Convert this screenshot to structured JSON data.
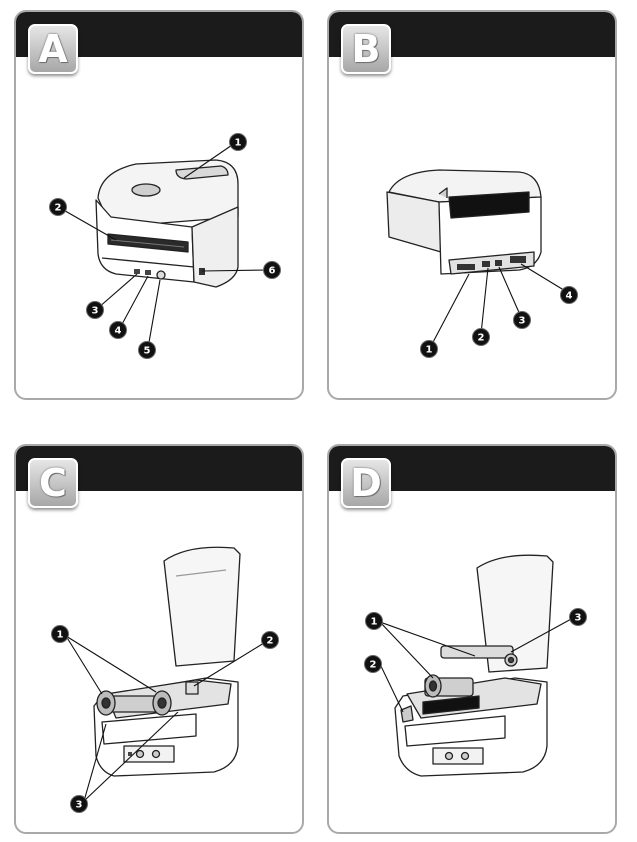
{
  "panels": [
    {
      "letter": "A",
      "callouts": [
        "1",
        "2",
        "3",
        "4",
        "5",
        "6"
      ]
    },
    {
      "letter": "B",
      "callouts": [
        "1",
        "2",
        "3",
        "4"
      ]
    },
    {
      "letter": "C",
      "callouts": [
        "1",
        "2",
        "3"
      ]
    },
    {
      "letter": "D",
      "callouts": [
        "1",
        "2",
        "3"
      ]
    }
  ],
  "colors": {
    "header": "#1b1b1b",
    "border": "#a9a9a9",
    "badge": "#c4c4c4"
  }
}
